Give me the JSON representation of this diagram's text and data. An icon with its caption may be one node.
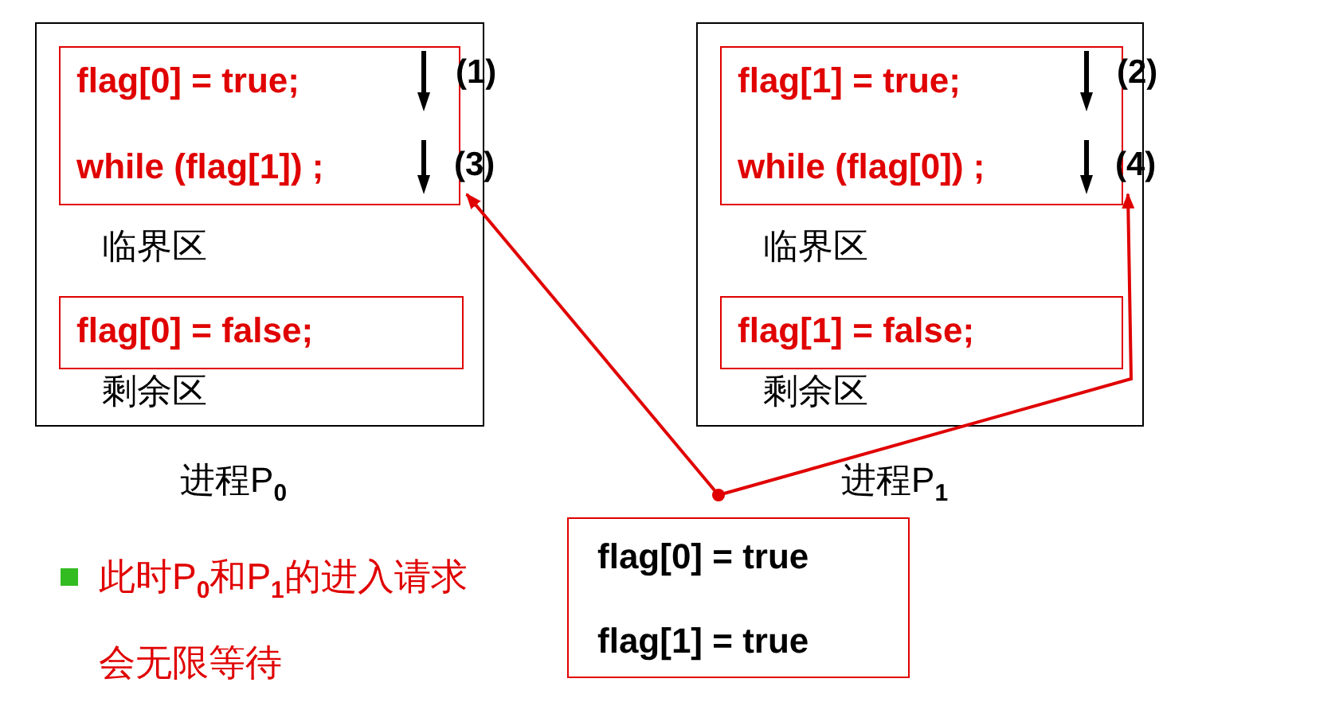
{
  "diagram": {
    "nodes": [
      {
        "text": [
          "进程P$_{0}$"
        ]
      },
      {
        "text": [
          "flag[0] = true;",
          "while (flag[1]) ;"
        ],
        "in": 0
      },
      {
        "text": [
          "(3)"
        ]
      },
      {
        "text": [
          "flag[0] = false;"
        ],
        "in": 0
      },
      {
        "text": [
          "进程P$_{1}$"
        ]
      },
      {
        "text": [
          "flag[1] = true;",
          "while (flag[0]) ;"
        ],
        "in": 4
      },
      {
        "text": [
          "(4)"
        ]
      },
      {
        "text": [
          "flag[1] = false;"
        ],
        "in": 4
      },
      {
        "text": [],
        "shape": "circle"
      },
      {
        "text": [
          "flag[0] = true",
          "flag[1] = true"
        ]
      }
    ],
    "edges": [
      {
        "from": 8,
        "to": 2,
        "arrow": "to"
      },
      {
        "from": 8,
        "to": 6,
        "arrow": "to"
      }
    ],
    "labels": [
      "(1)",
      "(2)",
      "临界区",
      "临界区",
      "剩余区",
      "剩余区",
      "此时P$_{0}$和P$_{1}$的进入请求会无限等待"
    ]
  }
}
